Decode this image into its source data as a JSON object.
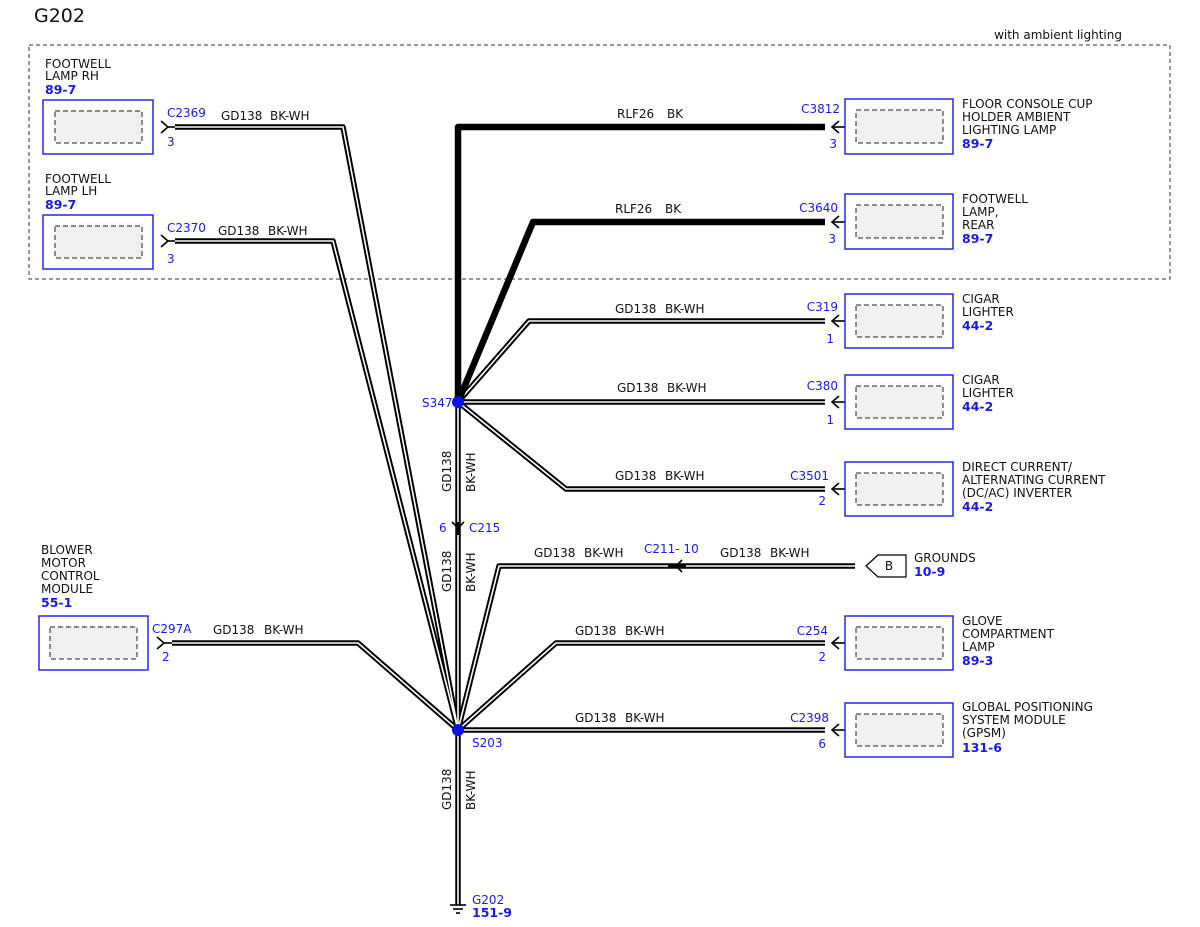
{
  "title": "G202",
  "ambient_note": "with ambient lighting",
  "wire_gd": "GD138",
  "wire_bkwh": "BK-WH",
  "wire_rlf": "RLF26",
  "wire_bk": "BK",
  "splices": {
    "s347": "S347",
    "s203": "S203"
  },
  "inline": {
    "c215": "C215",
    "c215_pin": "6",
    "c211": "C211- 10",
    "grounds_tag": "B"
  },
  "ground": {
    "label": "G202",
    "ref": "151-9"
  },
  "components": [
    {
      "id": "footwell-rh",
      "name": [
        "FOOTWELL",
        "LAMP RH"
      ],
      "ref": "89-7",
      "connector": "C2369",
      "pin": "3"
    },
    {
      "id": "footwell-lh",
      "name": [
        "FOOTWELL",
        "LAMP LH"
      ],
      "ref": "89-7",
      "connector": "C2370",
      "pin": "3"
    },
    {
      "id": "floor-console",
      "name": [
        "FLOOR CONSOLE CUP",
        "HOLDER AMBIENT",
        "LIGHTING LAMP"
      ],
      "ref": "89-7",
      "connector": "C3812",
      "pin": "3"
    },
    {
      "id": "footwell-rear",
      "name": [
        "FOOTWELL",
        "LAMP,",
        "REAR"
      ],
      "ref": "89-7",
      "connector": "C3640",
      "pin": "3"
    },
    {
      "id": "cigar-1",
      "name": [
        "CIGAR",
        "LIGHTER"
      ],
      "ref": "44-2",
      "connector": "C319",
      "pin": "1"
    },
    {
      "id": "cigar-2",
      "name": [
        "CIGAR",
        "LIGHTER"
      ],
      "ref": "44-2",
      "connector": "C380",
      "pin": "1"
    },
    {
      "id": "inverter",
      "name": [
        "DIRECT CURRENT/",
        "ALTERNATING CURRENT",
        "(DC/AC) INVERTER"
      ],
      "ref": "44-2",
      "connector": "C3501",
      "pin": "2"
    },
    {
      "id": "grounds",
      "name": [
        "GROUNDS"
      ],
      "ref": "10-9",
      "connector": "",
      "pin": ""
    },
    {
      "id": "blower",
      "name": [
        "BLOWER",
        "MOTOR",
        "CONTROL",
        "MODULE"
      ],
      "ref": "55-1",
      "connector": "C297A",
      "pin": "2"
    },
    {
      "id": "glove",
      "name": [
        "GLOVE",
        "COMPARTMENT",
        "LAMP"
      ],
      "ref": "89-3",
      "connector": "C254",
      "pin": "2"
    },
    {
      "id": "gpsm",
      "name": [
        "GLOBAL POSITIONING",
        "SYSTEM MODULE",
        "(GPSM)"
      ],
      "ref": "131-6",
      "connector": "C2398",
      "pin": "6"
    }
  ]
}
